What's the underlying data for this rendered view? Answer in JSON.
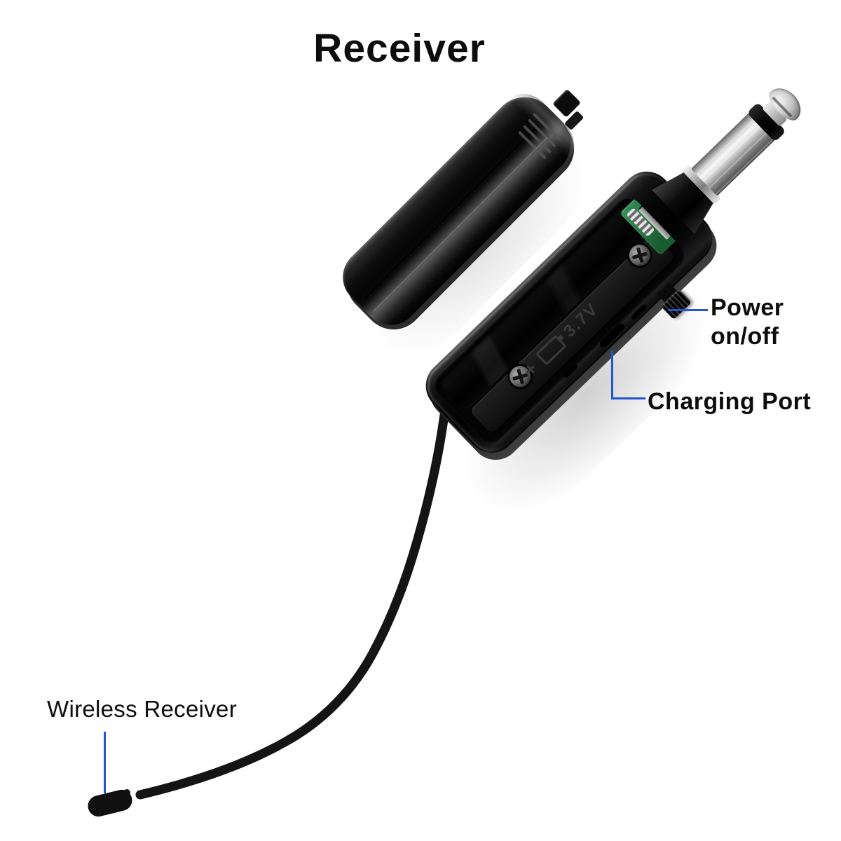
{
  "title": "Receiver",
  "callouts": {
    "line_color": "#2256cb",
    "power": {
      "line1": "Power",
      "line2": "on/off",
      "points_to": "power switch"
    },
    "charging": {
      "label": "Charging Port",
      "points_to": "charging port slot"
    },
    "wireless": {
      "label": "Wireless Receiver",
      "points_to": "antenna tip"
    }
  },
  "device": {
    "compartment_marking": {
      "plus": "+",
      "voltage": "3.7V"
    }
  },
  "colors": {
    "background": "#ffffff",
    "text": "#0d0d0d",
    "device_black": "#0a0a0a",
    "jack_silver": "#d9d9d9",
    "pcb_green": "#2b7d47"
  }
}
